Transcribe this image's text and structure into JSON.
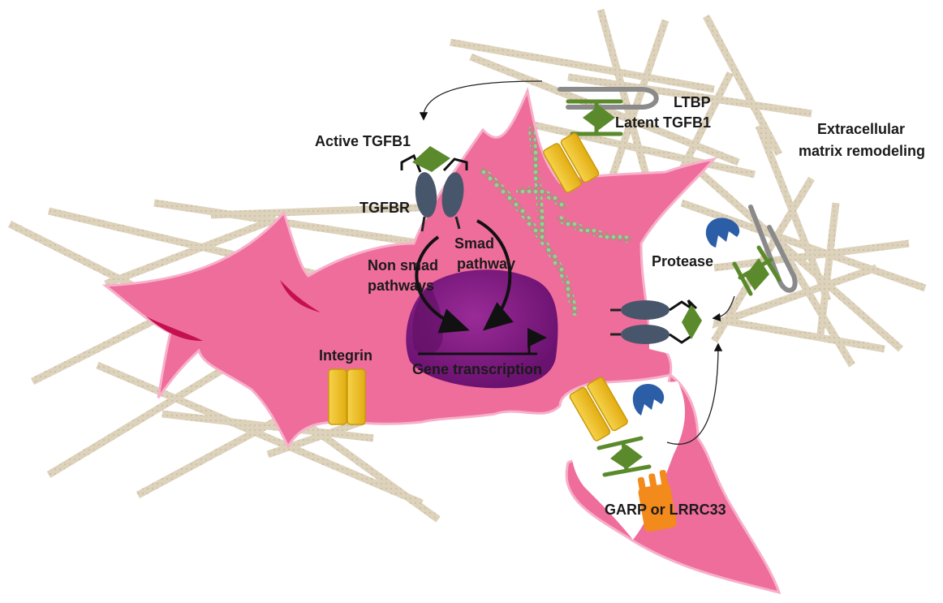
{
  "labels": {
    "ltbp": "LTBP",
    "latent_tgfb1": "Latent TGFB1",
    "ecm_line1": "Extracellular",
    "ecm_line2": "matrix remodeling",
    "active_tgfb1": "Active TGFB1",
    "tgfbr": "TGFBR",
    "smad_line1": "Smad",
    "smad_line2": "pathway",
    "non_smad_line1": "Non smad",
    "non_smad_line2": "pathways",
    "protease": "Protease",
    "integrin": "Integrin",
    "gene_transcription": "Gene transcription",
    "garp": "GARP or LRRC33"
  },
  "colors": {
    "cell": "#ef6d9b",
    "cell_edge": "#f5a3c1",
    "cell_shadow": "#c4104d",
    "nucleus": "#8a1f86",
    "nucleus_dark": "#5e0f62",
    "receptor": "#48566b",
    "integrin": "#f6c928",
    "integrin_dark": "#d9a80f",
    "tgfb": "#5a8a2b",
    "protease": "#2c5ea8",
    "garp": "#f28a1c",
    "ltbp": "#8a8a8a",
    "fiber": "#d9ceb6",
    "actin": "#8fbf8a"
  },
  "icons": [
    "tgfbr-icon",
    "integrin-icon",
    "protease-icon",
    "ltbp-icon",
    "latent-tgfb1-icon",
    "garp-icon",
    "actin-filament-icon",
    "nucleus-icon"
  ]
}
